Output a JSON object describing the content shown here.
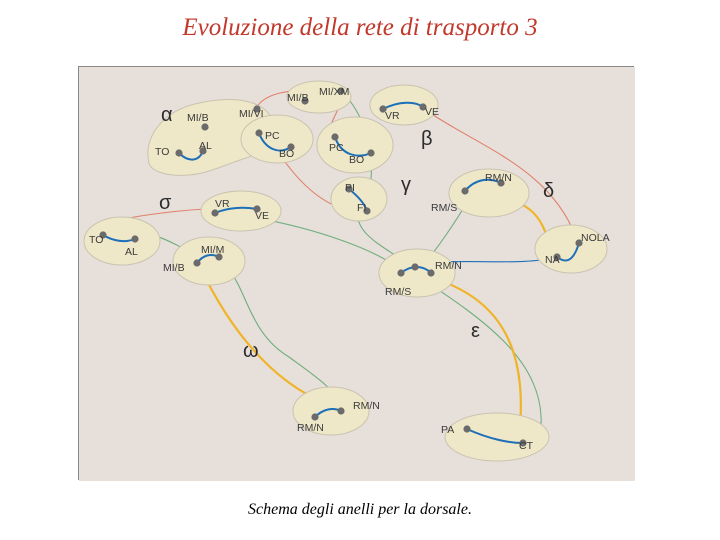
{
  "title": "Evoluzione della rete di trasporto 3",
  "caption": "Schema degli anelli per la dorsale.",
  "colors": {
    "title": "#c0392b",
    "panel_bg": "#e6dfda",
    "cluster_fill": "#efe8c8",
    "cluster_stroke": "#c9c3b0",
    "node": "#6b6b6b",
    "blue_link": "#1c6fb8",
    "green_ring": "#6fae7d",
    "orange_ring": "#f0b429",
    "red_ring": "#e0826b"
  },
  "ring_labels": {
    "alpha": "α",
    "beta": "β",
    "gamma": "γ",
    "delta": "δ",
    "sigma": "σ",
    "epsilon": "ε",
    "omega": "ω"
  },
  "node_labels": {
    "alpha_mib": "MI/B",
    "alpha_mivi": "MI/VI",
    "alpha_to": "TO",
    "alpha_al": "AL",
    "top_mib": "MI/B",
    "top_mixm": "MI/XM",
    "pc_left": "PC",
    "bo_left": "BO",
    "beta_vr": "VR",
    "beta_ve": "VE",
    "pc_right": "PC",
    "bo_right": "BO",
    "gamma_pi": "PI",
    "gamma_fi": "FI",
    "sigma_vr": "VR",
    "sigma_ve": "VE",
    "sigma_to": "TO",
    "sigma_al": "AL",
    "omega_mim": "MI/M",
    "omega_mib": "MI/B",
    "center_rmn": "RM/N",
    "center_rms": "RM/S",
    "delta_rmn": "RM/N",
    "delta_rms": "RM/S",
    "delta_nola": "NOLA",
    "delta_na": "NA",
    "bottom_rmn": "RM/N",
    "bottom_rmnb": "RM/N",
    "pa": "PA",
    "ct": "CT"
  }
}
